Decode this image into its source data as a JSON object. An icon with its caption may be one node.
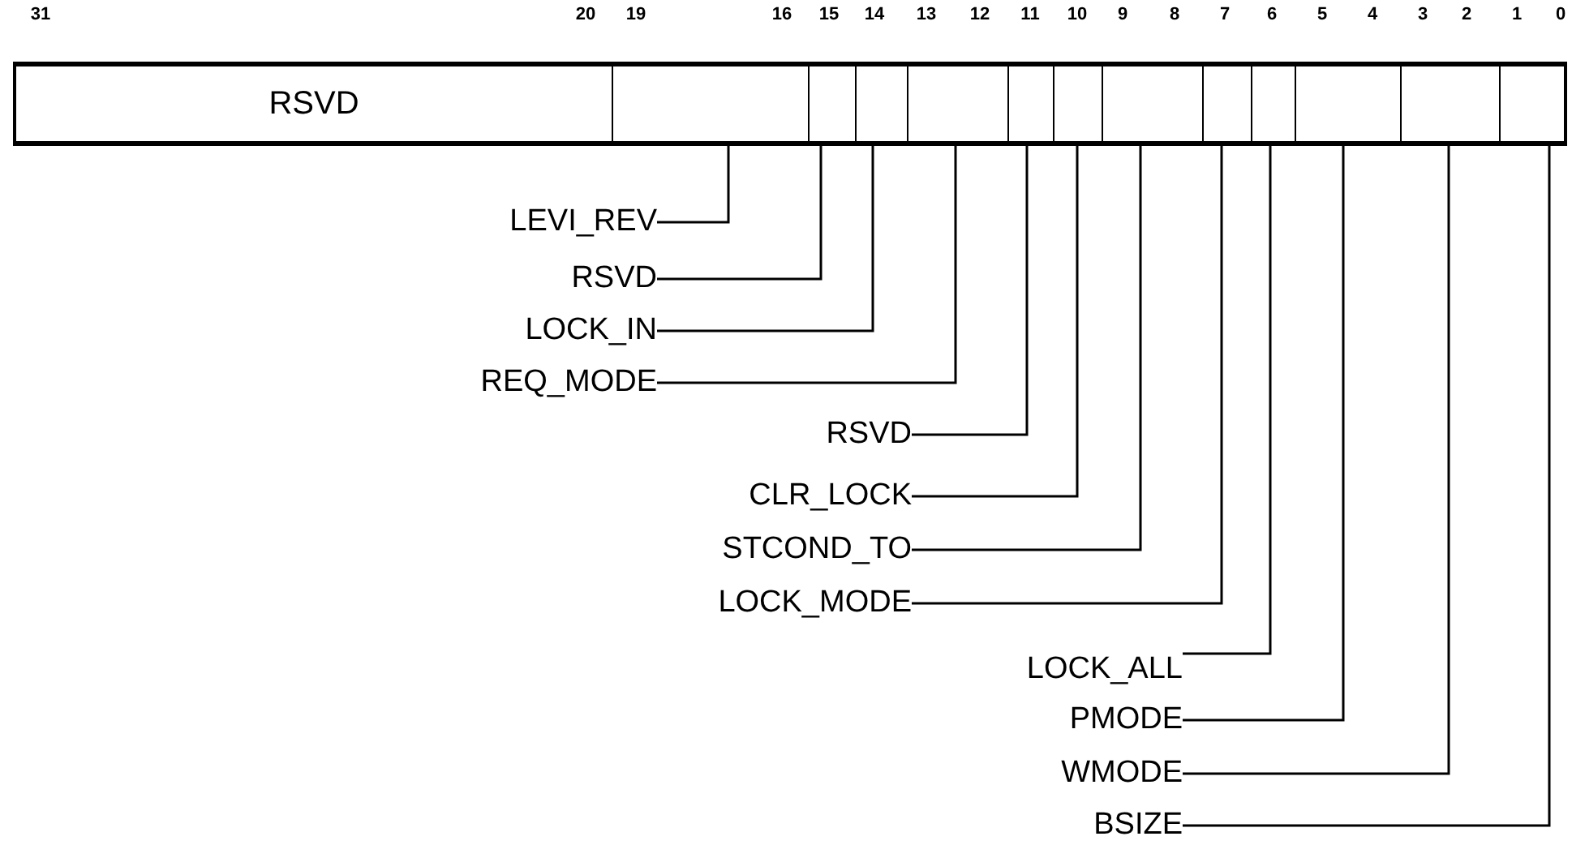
{
  "diagram": {
    "nodes": [
      {
        "text": [
          "RSVD"
        ]
      },
      {
        "text": [],
        "shape": "box"
      },
      {
        "text": [],
        "shape": "box"
      },
      {
        "text": [],
        "shape": "box"
      },
      {
        "text": [],
        "shape": "box"
      },
      {
        "text": [],
        "shape": "box"
      },
      {
        "text": [],
        "shape": "box"
      },
      {
        "text": [],
        "shape": "box"
      },
      {
        "text": [],
        "shape": "box"
      },
      {
        "text": [],
        "shape": "box"
      },
      {
        "text": [],
        "shape": "box"
      },
      {
        "text": [],
        "shape": "box"
      },
      {
        "text": [],
        "shape": "box"
      },
      {
        "text": [
          "LEVI_REV"
        ]
      },
      {
        "text": [
          "RSVD"
        ]
      },
      {
        "text": [
          "LOCK_IN"
        ]
      },
      {
        "text": [
          "REQ_MODE"
        ]
      },
      {
        "text": [
          "RSVD"
        ]
      },
      {
        "text": [
          "CLR_LOCK"
        ]
      },
      {
        "text": [
          "STCOND_TO"
        ]
      },
      {
        "text": [
          "LOCK_MODE"
        ]
      },
      {
        "text": [
          "LOCK_ALL"
        ]
      },
      {
        "text": [
          "PMODE"
        ]
      },
      {
        "text": [
          "WMODE"
        ]
      },
      {
        "text": [
          "BSIZE"
        ]
      }
    ],
    "edges": [
      {
        "from": 13,
        "to": 1,
        "arrow": "none"
      },
      {
        "from": 14,
        "to": 2,
        "arrow": "none"
      },
      {
        "from": 15,
        "to": 3,
        "arrow": "none"
      },
      {
        "from": 16,
        "to": 4,
        "arrow": "none"
      },
      {
        "from": 17,
        "to": 5,
        "arrow": "none"
      },
      {
        "from": 18,
        "to": 6,
        "arrow": "none"
      },
      {
        "from": 19,
        "to": 7,
        "arrow": "none"
      },
      {
        "from": 20,
        "to": 8,
        "arrow": "none"
      },
      {
        "from": 21,
        "to": 9,
        "arrow": "none"
      },
      {
        "from": 22,
        "to": 10,
        "arrow": "none"
      },
      {
        "from": 23,
        "to": 11,
        "arrow": "none"
      },
      {
        "from": 24,
        "to": 12,
        "arrow": "none"
      }
    ],
    "labels": [
      "31",
      "20",
      "19",
      "16",
      "15",
      "14",
      "13",
      "12",
      "11",
      "10",
      "9",
      "8",
      "7",
      "6",
      "5",
      "4",
      "3",
      "2",
      "1",
      "0"
    ]
  }
}
